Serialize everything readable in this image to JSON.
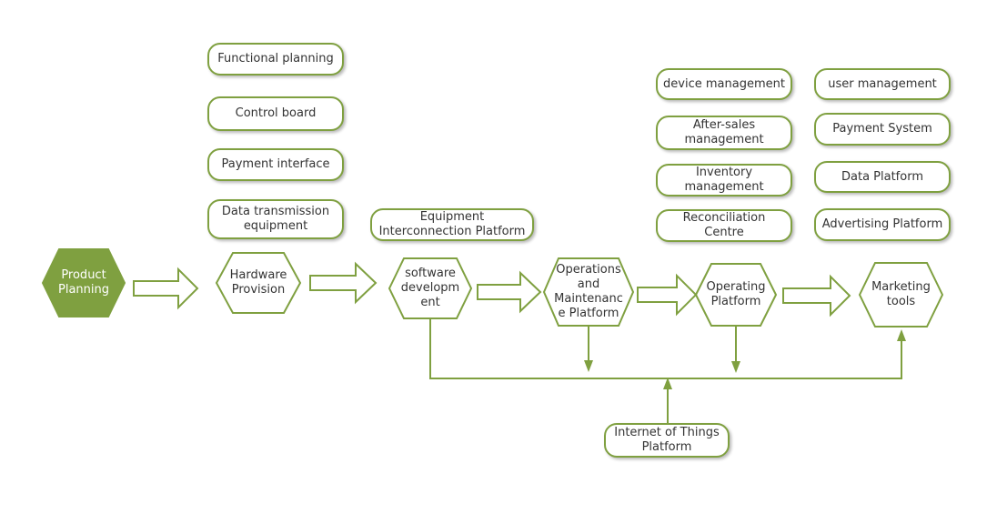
{
  "colors": {
    "stroke": "#7fa040",
    "fill_primary": "#7fa040",
    "text": "#333333"
  },
  "stages": [
    {
      "id": "product_planning",
      "label": "Product Planning"
    },
    {
      "id": "hardware_provision",
      "label": "Hardware Provision"
    },
    {
      "id": "software_development",
      "label": "software developm ent"
    },
    {
      "id": "operations_maintenance",
      "label": "Operations and Maintenanc e Platform"
    },
    {
      "id": "operating_platform",
      "label": "Operating Platform"
    },
    {
      "id": "marketing_tools",
      "label": "Marketing tools"
    }
  ],
  "hardware_components": [
    "Functional planning",
    "Control board",
    "Payment interface",
    "Data transmission equipment"
  ],
  "software_components": [
    "Equipment Interconnection Platform"
  ],
  "operating_components_left": [
    "device management",
    "After-sales management",
    "Inventory management",
    "Reconciliation Centre"
  ],
  "operating_components_right": [
    "user management",
    "Payment System",
    "Data Platform",
    "Advertising Platform"
  ],
  "iot_platform": {
    "label": "Internet of Things Platform"
  }
}
